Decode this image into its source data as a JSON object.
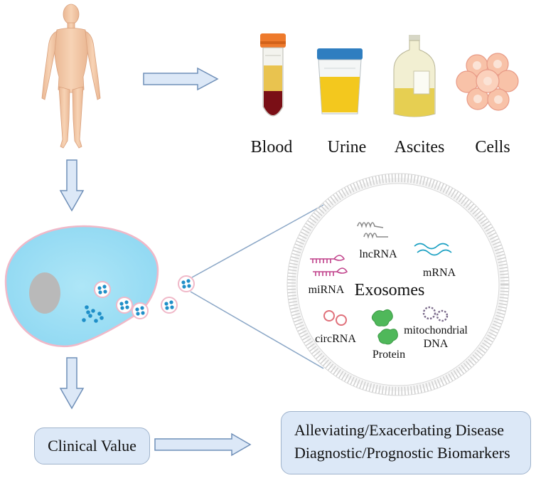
{
  "samples": {
    "blood": "Blood",
    "urine": "Urine",
    "ascites": "Ascites",
    "cells": "Cells"
  },
  "exosome": {
    "title": "Exosomes",
    "cargo": {
      "lncrna": "lncRNA",
      "mrna": "mRNA",
      "mirna": "miRNA",
      "circrna": "circRNA",
      "protein": "Protein",
      "mito_line1": "mitochondrial",
      "mito_line2": "DNA"
    }
  },
  "clinical": {
    "label": "Clinical Value",
    "outcomes": [
      "Alleviating/Exacerbating Disease",
      "Diagnostic/Prognostic Biomarkers"
    ]
  },
  "colors": {
    "arrow_fill": "#dce8f7",
    "arrow_stroke": "#6f8fb8",
    "cell_fill": "#8fd8f2",
    "cell_border": "#f0b8c8",
    "nucleus": "#b9b9b9",
    "vesicle_dot": "#1f8fc8",
    "skin": "#f4c9a8"
  }
}
